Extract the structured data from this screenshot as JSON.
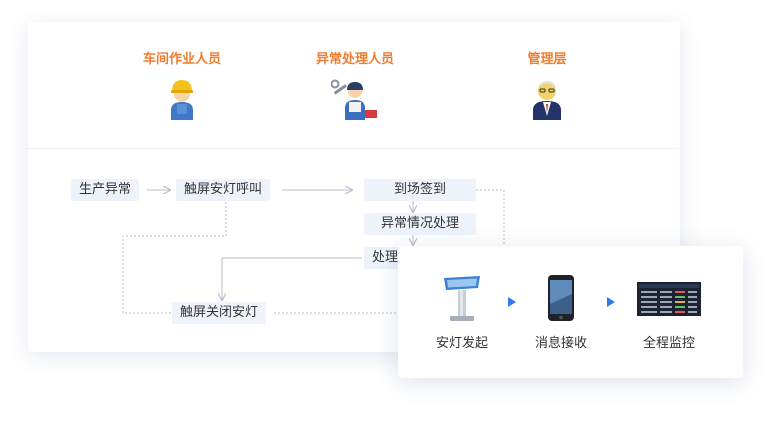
{
  "roles": [
    {
      "label": "车间作业人员",
      "icon": "worker-icon"
    },
    {
      "label": "异常处理人员",
      "icon": "repair-worker-icon"
    },
    {
      "label": "管理层",
      "icon": "manager-icon"
    }
  ],
  "flow": {
    "step1": "生产异常",
    "step2": "触屏安灯呼叫",
    "step3": "到场签到",
    "step4": "异常情况处理",
    "step5": "处理",
    "step6": "触屏关闭安灯"
  },
  "devices": [
    {
      "label": "安灯发起",
      "icon": "kiosk-terminal-icon"
    },
    {
      "label": "消息接收",
      "icon": "smartphone-icon"
    },
    {
      "label": "全程监控",
      "icon": "monitor-dashboard-icon"
    }
  ],
  "colors": {
    "role_title": "#f07c2f",
    "step_bg": "#eef3fb",
    "arrow_blue": "#2f7ee8",
    "connector": "#b9bec8"
  }
}
